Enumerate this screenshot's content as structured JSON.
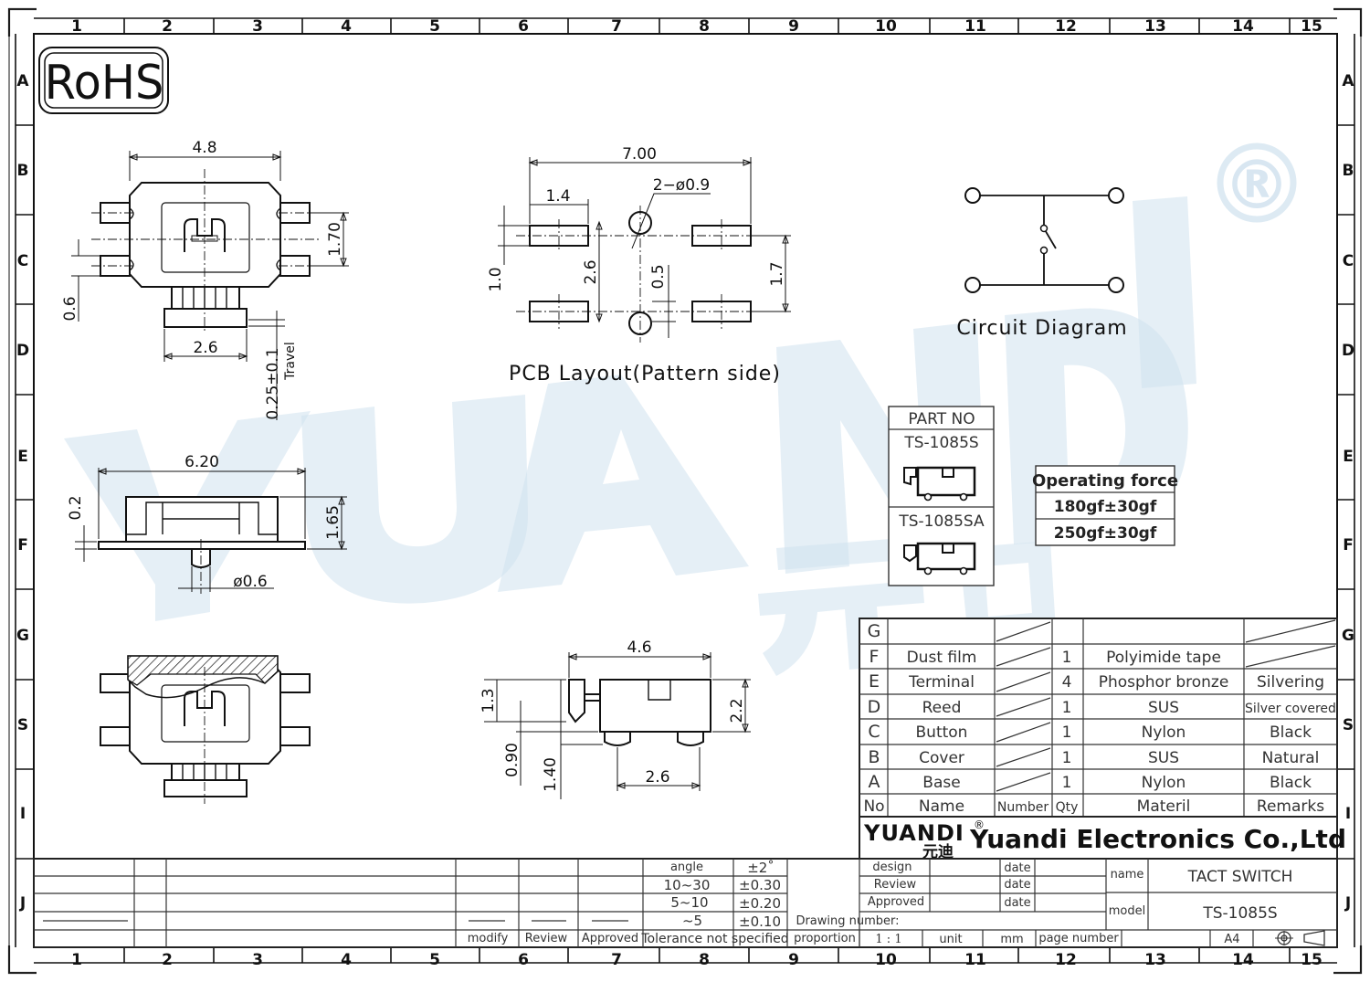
{
  "border": {
    "col_numbers": [
      "1",
      "2",
      "3",
      "4",
      "5",
      "6",
      "7",
      "8",
      "9",
      "10",
      "11",
      "12",
      "13",
      "14",
      "15"
    ],
    "row_letters": [
      "A",
      "B",
      "C",
      "D",
      "E",
      "F",
      "G",
      "S",
      "I",
      "J"
    ]
  },
  "rohs": "RoHS",
  "watermark": {
    "text": "YUANDI",
    "registered": "®",
    "chinese": "元迪"
  },
  "top_view": {
    "width": "4.8",
    "height": "1.70",
    "terminal_gap": "0.6",
    "button": "2.6",
    "travel_value": "0.25±0.1",
    "travel_label": "Travel"
  },
  "pcb": {
    "width": "7.00",
    "pad": "1.4",
    "holes": "2−ø0.9",
    "pad_h": "1.0",
    "pitch_v": "2.6",
    "hole_off": "0.5",
    "pad_pitch": "1.7",
    "caption": "PCB  Layout(Pattern  side)"
  },
  "circuit": {
    "caption": "Circuit  Diagram"
  },
  "side_view": {
    "width": "6.20",
    "base": "0.2",
    "height": "1.65",
    "peg": "ø0.6"
  },
  "end_view": {
    "width": "4.6",
    "h1": "1.3",
    "h2": "2.2",
    "a": "0.90",
    "b": "1.40",
    "pitch": "2.6"
  },
  "part_box": {
    "header": "PART NO",
    "p1": "TS-1085S",
    "p2": "TS-1085SA"
  },
  "force_box": {
    "header": "Operating force",
    "v1": "180gf±30gf",
    "v2": "250gf±30gf"
  },
  "bom": {
    "rows": [
      {
        "no": "G",
        "name": "",
        "qty": "",
        "material": "",
        "remark": ""
      },
      {
        "no": "F",
        "name": "Dust film",
        "qty": "1",
        "material": "Polyimide tape",
        "remark": ""
      },
      {
        "no": "E",
        "name": "Terminal",
        "qty": "4",
        "material": "Phosphor bronze",
        "remark": "Silvering"
      },
      {
        "no": "D",
        "name": "Reed",
        "qty": "1",
        "material": "SUS",
        "remark": "Silver covered"
      },
      {
        "no": "C",
        "name": "Button",
        "qty": "1",
        "material": "Nylon",
        "remark": "Black"
      },
      {
        "no": "B",
        "name": "Cover",
        "qty": "1",
        "material": "SUS",
        "remark": "Natural"
      },
      {
        "no": "A",
        "name": "Base",
        "qty": "1",
        "material": "Nylon",
        "remark": "Black"
      }
    ],
    "headers": {
      "no": "No",
      "name": "Name",
      "number": "Number",
      "qty": "Qty",
      "material": "Materil",
      "remarks": "Remarks"
    }
  },
  "company": {
    "logo": "YUANDI",
    "logo_reg": "®",
    "logo_cn": "元迪",
    "name": "Yuandi Electronics Co.,Ltd"
  },
  "title_block": {
    "angle": "angle",
    "angle_tol": "±2˚",
    "r1": "10~30",
    "t1": "±0.30",
    "r2": "5~10",
    "t2": "±0.20",
    "r3": "~5",
    "t3": "±0.10",
    "modify": "modify",
    "review": "Review",
    "approved": "Approved",
    "tolerance": "Tolerance not specified",
    "design": "design",
    "review2": "Review",
    "approved2": "Approved",
    "date": "date",
    "drawing_number": "Drawing number:",
    "proportion": "proportion",
    "scale": "1 : 1",
    "unit": "unit",
    "mm": "mm",
    "page_number": "page number",
    "size": "A4",
    "name_label": "name",
    "name_value": "TACT SWITCH",
    "model_label": "model",
    "model_value": "TS-1085S"
  }
}
